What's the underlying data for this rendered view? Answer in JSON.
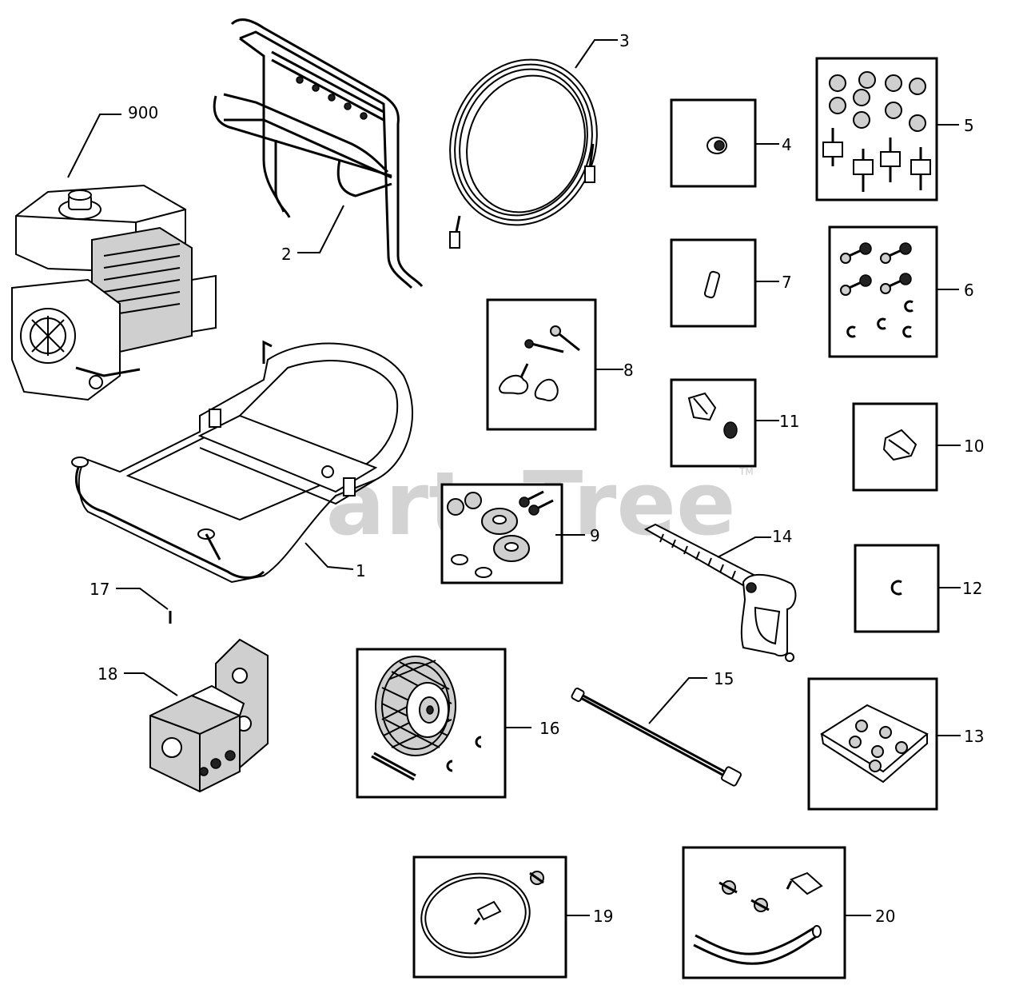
{
  "parts": [
    {
      "id": "p900",
      "label": "900"
    },
    {
      "id": "p1",
      "label": "1"
    },
    {
      "id": "p2",
      "label": "2"
    },
    {
      "id": "p3",
      "label": "3"
    },
    {
      "id": "p4",
      "label": "4"
    },
    {
      "id": "p5",
      "label": "5"
    },
    {
      "id": "p6",
      "label": "6"
    },
    {
      "id": "p7",
      "label": "7"
    },
    {
      "id": "p8",
      "label": "8"
    },
    {
      "id": "p9",
      "label": "9"
    },
    {
      "id": "p10",
      "label": "10"
    },
    {
      "id": "p11",
      "label": "11"
    },
    {
      "id": "p12",
      "label": "12"
    },
    {
      "id": "p13",
      "label": "13"
    },
    {
      "id": "p14",
      "label": "14"
    },
    {
      "id": "p15",
      "label": "15"
    },
    {
      "id": "p16",
      "label": "16"
    },
    {
      "id": "p17",
      "label": "17"
    },
    {
      "id": "p18",
      "label": "18"
    },
    {
      "id": "p19",
      "label": "19"
    },
    {
      "id": "p20",
      "label": "20"
    }
  ],
  "watermark": {
    "text": "PartsTree",
    "trademark": "TM"
  }
}
